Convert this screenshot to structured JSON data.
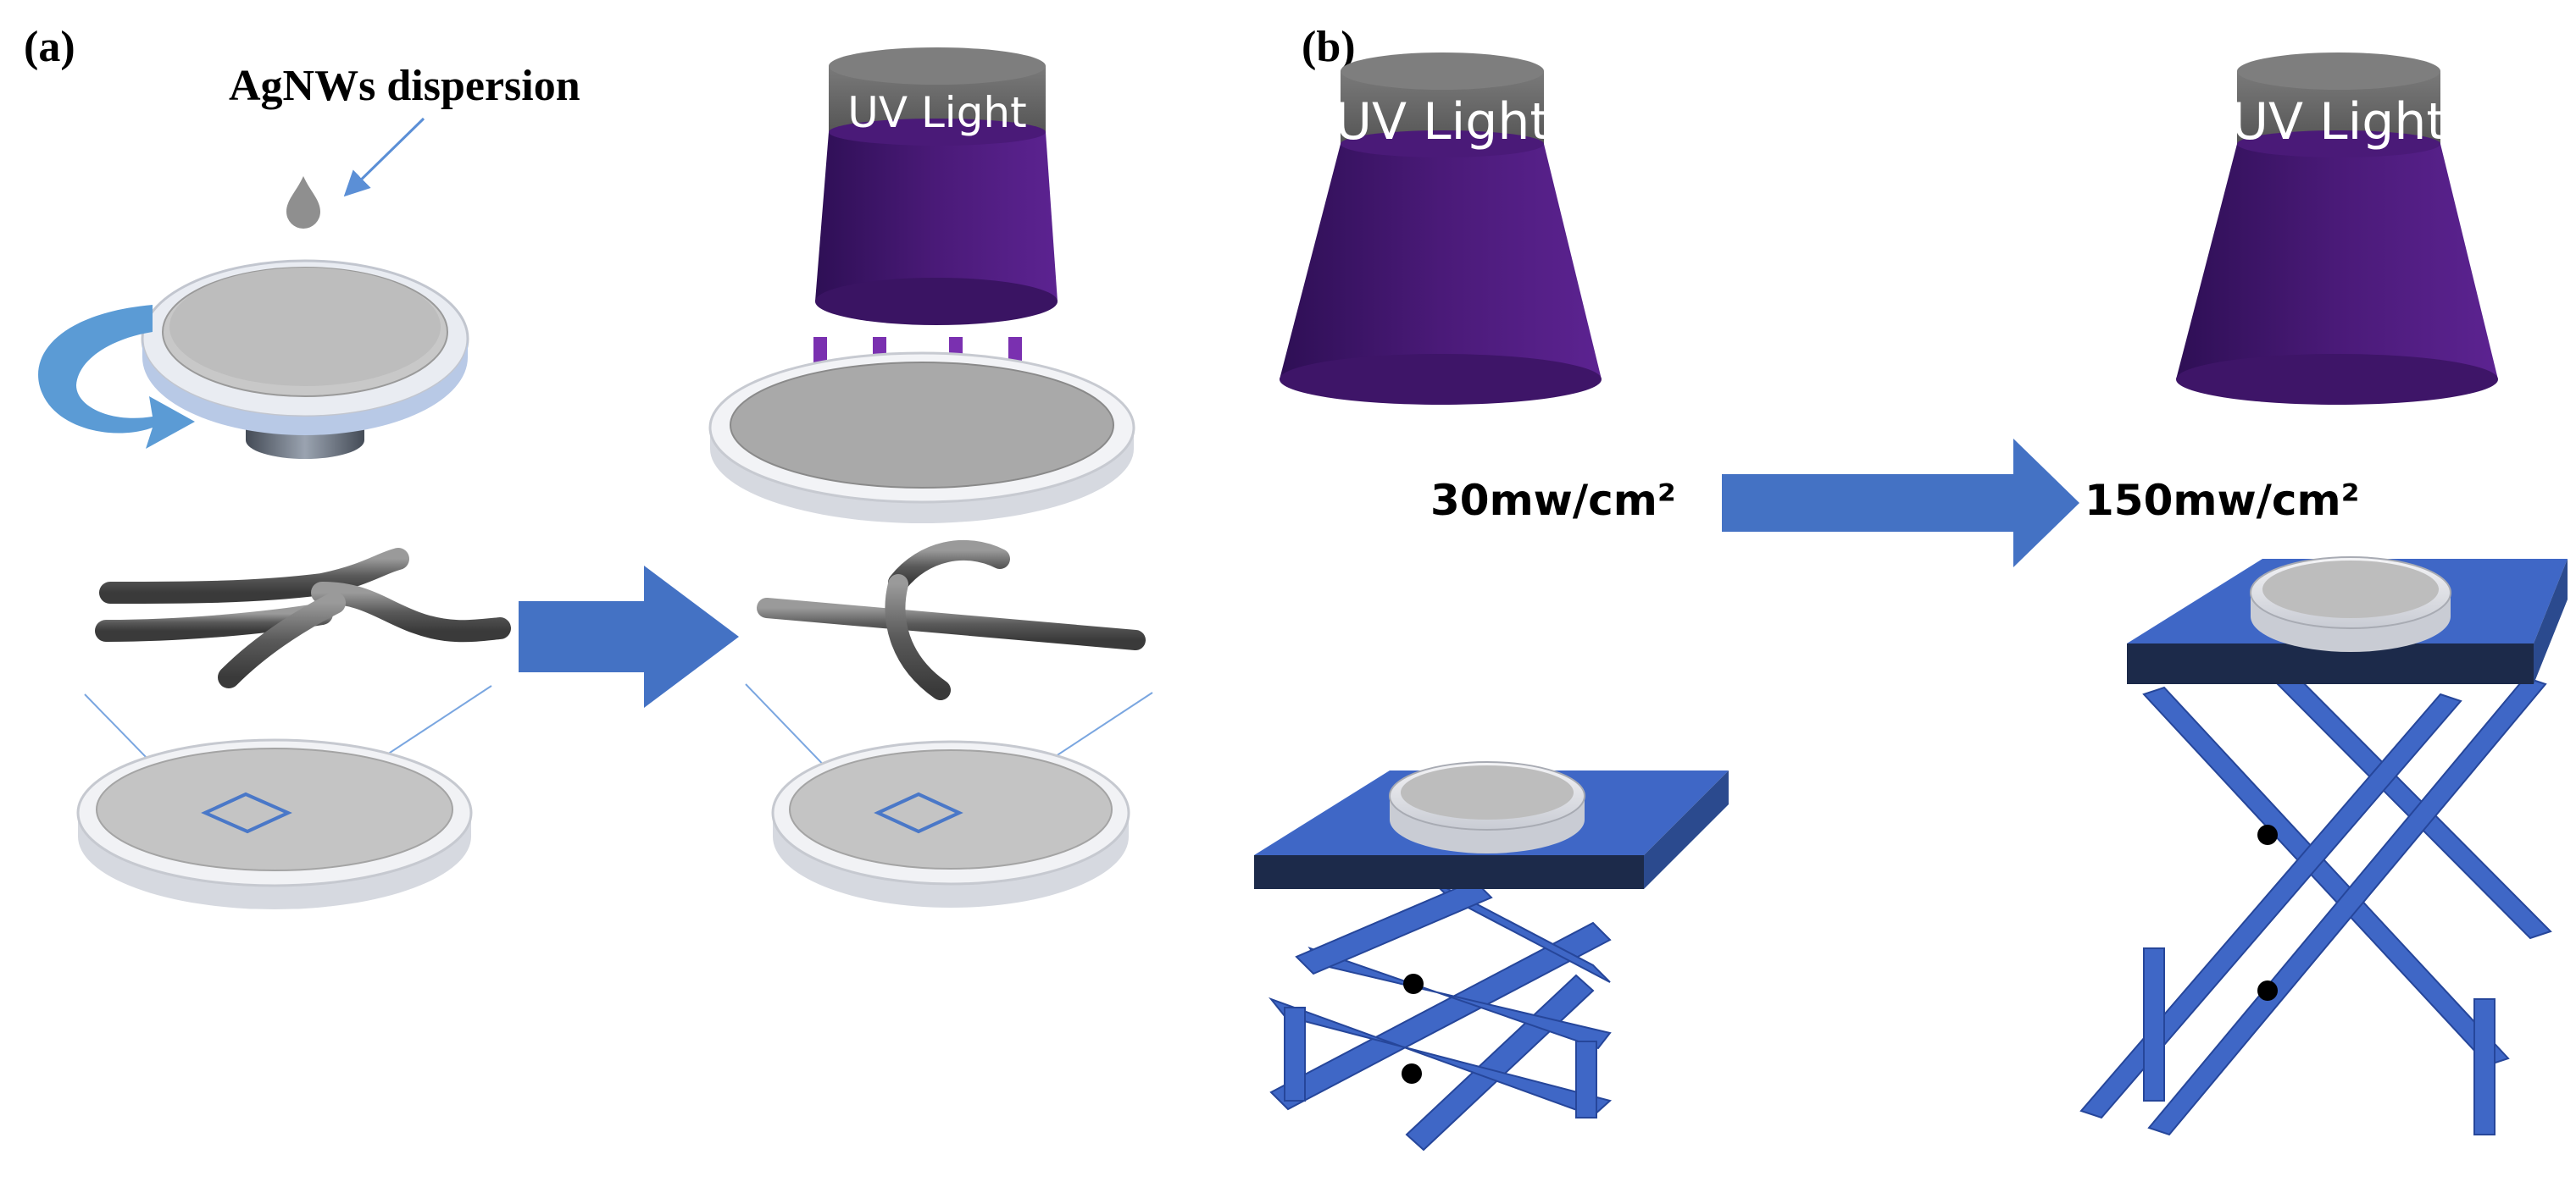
{
  "labels": {
    "panel_a": "(a)",
    "panel_b": "(b)",
    "dispersion": "AgNWs dispersion",
    "uv_light_a": "UV Light",
    "uv_light_b_left": "UV Light",
    "uv_light_b_right": "UV Light",
    "power_low": "30mw/cm²",
    "power_high": "150mw/cm²"
  },
  "colors": {
    "uv_lamp": "#4a1a78",
    "uv_lamp_cap": "#6a6a6a",
    "uv_arrows": "#7a30b0",
    "flow_arrow": "#4472c4",
    "spin_arrow": "#5b9bd5",
    "lift_blue": "#3f67c6",
    "lift_dark": "#1c2a4a",
    "wafer_gray": "#bdbdbd",
    "nanowire": "#6d6d6d"
  }
}
